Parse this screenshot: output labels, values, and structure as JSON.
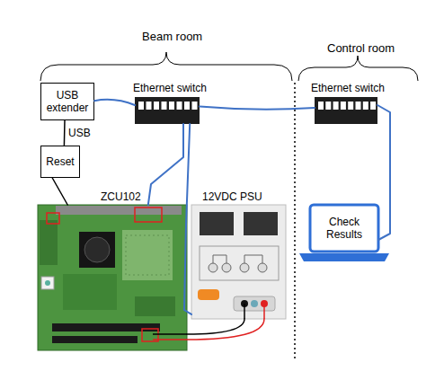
{
  "diagram": {
    "nodes": [
      {
        "text": [
          "USB extender"
        ]
      },
      {
        "text": [
          "Ethernet switch"
        ]
      },
      {
        "text": [
          "Ethernet switch"
        ]
      },
      {
        "text": [
          "Reset"
        ]
      },
      {
        "text": [
          "ZCU102"
        ]
      },
      {
        "text": [
          "12VDC PSU"
        ]
      },
      {
        "text": [
          "Check Results"
        ]
      }
    ],
    "edges": [
      {
        "from": 0,
        "to": 1,
        "arrow": "none"
      },
      {
        "from": 0,
        "to": 3,
        "label": "USB",
        "arrow": "none"
      },
      {
        "from": 3,
        "to": 4,
        "arrow": "none"
      },
      {
        "from": 1,
        "to": 4,
        "arrow": "none"
      },
      {
        "from": 1,
        "to": 5,
        "arrow": "none"
      },
      {
        "from": 1,
        "to": 2,
        "arrow": "none"
      },
      {
        "from": 2,
        "to": 6,
        "arrow": "none"
      },
      {
        "from": 5,
        "to": 4,
        "arrow": "none"
      },
      {
        "from": 5,
        "to": 4,
        "arrow": "none"
      }
    ],
    "labels": [
      "Beam room",
      "Control room"
    ]
  }
}
